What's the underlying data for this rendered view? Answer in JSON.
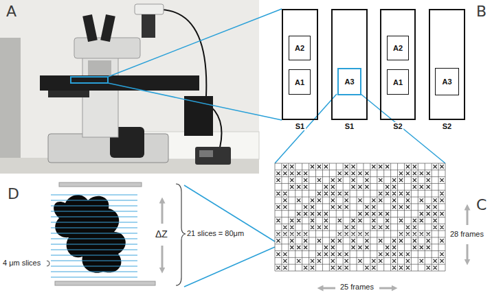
{
  "diagram": {
    "nodes": [
      {
        "text": [
          "S1"
        ]
      },
      {
        "text": [
          "A2"
        ],
        "in": 0
      },
      {
        "text": [
          "A1"
        ],
        "in": 0
      },
      {
        "text": [
          "S1"
        ]
      },
      {
        "text": [
          "A3"
        ],
        "in": 3
      },
      {
        "text": [
          "S2"
        ]
      },
      {
        "text": [
          "A2"
        ],
        "in": 5
      },
      {
        "text": [
          "A1"
        ],
        "in": 5
      },
      {
        "text": [
          "S2"
        ]
      },
      {
        "text": [
          "A3"
        ],
        "in": 8
      }
    ],
    "labels": [
      "A",
      "B",
      "C",
      "D",
      "ΔZ",
      "21 slices = 80μm",
      "4 μm slices",
      "28 frames",
      "25 frames"
    ]
  }
}
